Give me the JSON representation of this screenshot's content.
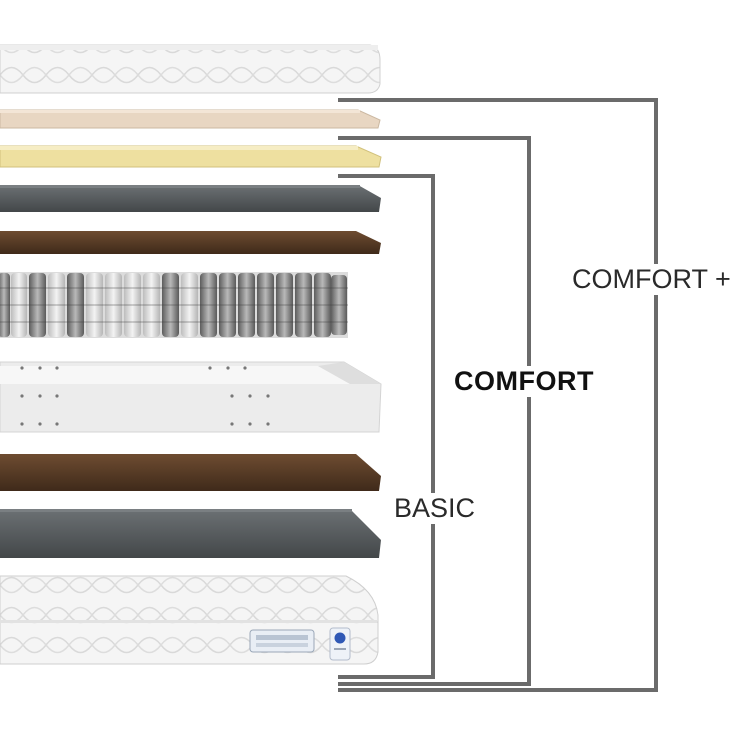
{
  "labels": {
    "comfort_plus": "COMFORT +",
    "comfort": "COMFORT",
    "basic": "BASIC"
  },
  "colors": {
    "bracket": "#6b6b6b",
    "cover": "#f4f4f4",
    "latex": "#e9d8c6",
    "memory_foam": "#efe3a6",
    "grey_foam": "#555a5d",
    "coir": "#5a3d27",
    "white_foam": "#ececec"
  },
  "layers": [
    "top-cover",
    "latex-layer",
    "memory-foam-layer",
    "grey-foam-layer",
    "coir-layer",
    "pocket-springs",
    "foam-frame",
    "coir-layer",
    "grey-foam-layer",
    "bottom-cover"
  ]
}
